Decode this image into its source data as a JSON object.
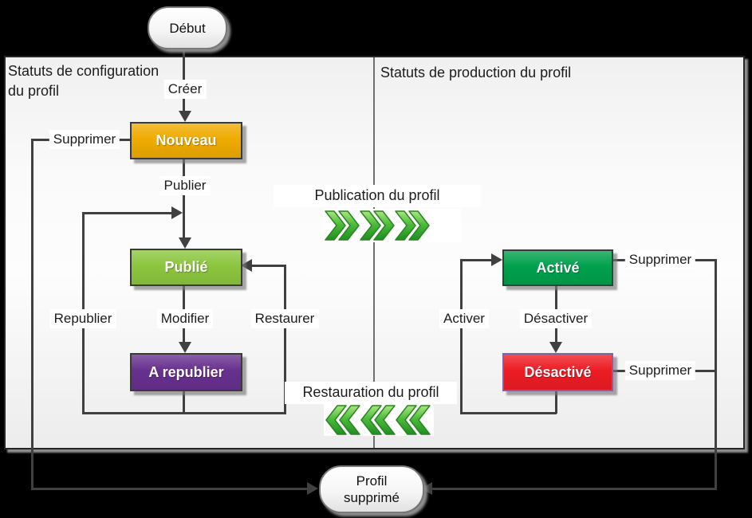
{
  "titles": {
    "left_line1": "Statuts de configuration",
    "left_line2": "du profil",
    "right": "Statuts de production du profil"
  },
  "nodes": {
    "start": {
      "label": "Début"
    },
    "nouveau": {
      "label": "Nouveau"
    },
    "publie": {
      "label": "Publié"
    },
    "a_republier": {
      "label": "A republier"
    },
    "active": {
      "label": "Activé"
    },
    "desactive": {
      "label": "Désactivé"
    },
    "end": {
      "line1": "Profil",
      "line2": "supprimé"
    }
  },
  "edge_labels": {
    "creer": "Créer",
    "publier": "Publier",
    "supprimer_nouveau": "Supprimer",
    "republier": "Republier",
    "modifier": "Modifier",
    "restaurer": "Restaurer",
    "activer": "Activer",
    "desactiver": "Désactiver",
    "supprimer_active": "Supprimer",
    "supprimer_desactive": "Supprimer"
  },
  "banners": {
    "publication": "Publication du profil",
    "restauration": "Restauration du profil"
  },
  "colors": {
    "nouveau": "#EFAB00",
    "publie": "#8CC63F",
    "a_republier": "#67308F",
    "active": "#00A14D",
    "desactive": "#ED1C24",
    "desactive_border": "#8064A2",
    "connector": "#404040",
    "chevron_green": "#2FA32B"
  }
}
